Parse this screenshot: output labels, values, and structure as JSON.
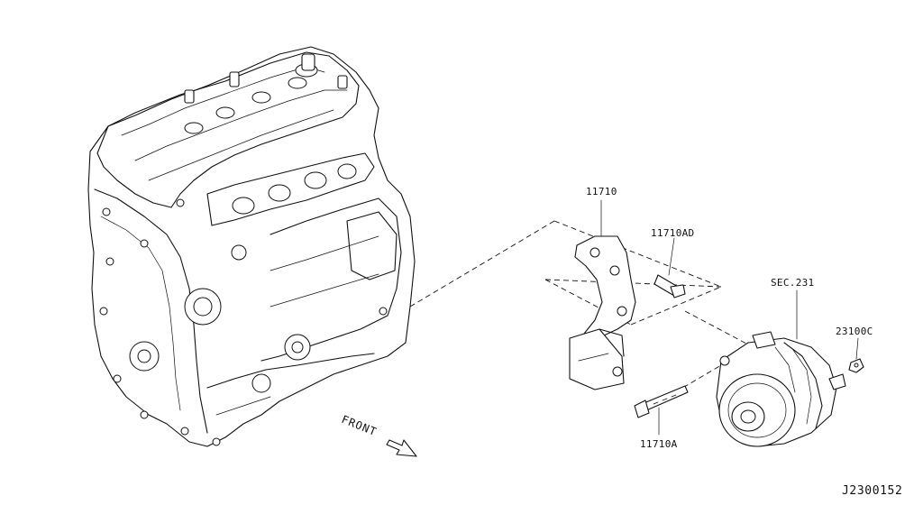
{
  "labels": {
    "bracket": "11710",
    "bracket_bolt": "11710AD",
    "section": "SEC.231",
    "nut": "23100C",
    "bolt": "11710A",
    "front": "FRONT"
  },
  "diagram_ref": "J2300152",
  "icons": {
    "front_arrow": "front-arrow-icon",
    "engine": "engine-block-icon",
    "bracket": "bracket-icon",
    "alternator": "alternator-icon",
    "bolt": "bolt-icon",
    "nut": "nut-icon"
  }
}
